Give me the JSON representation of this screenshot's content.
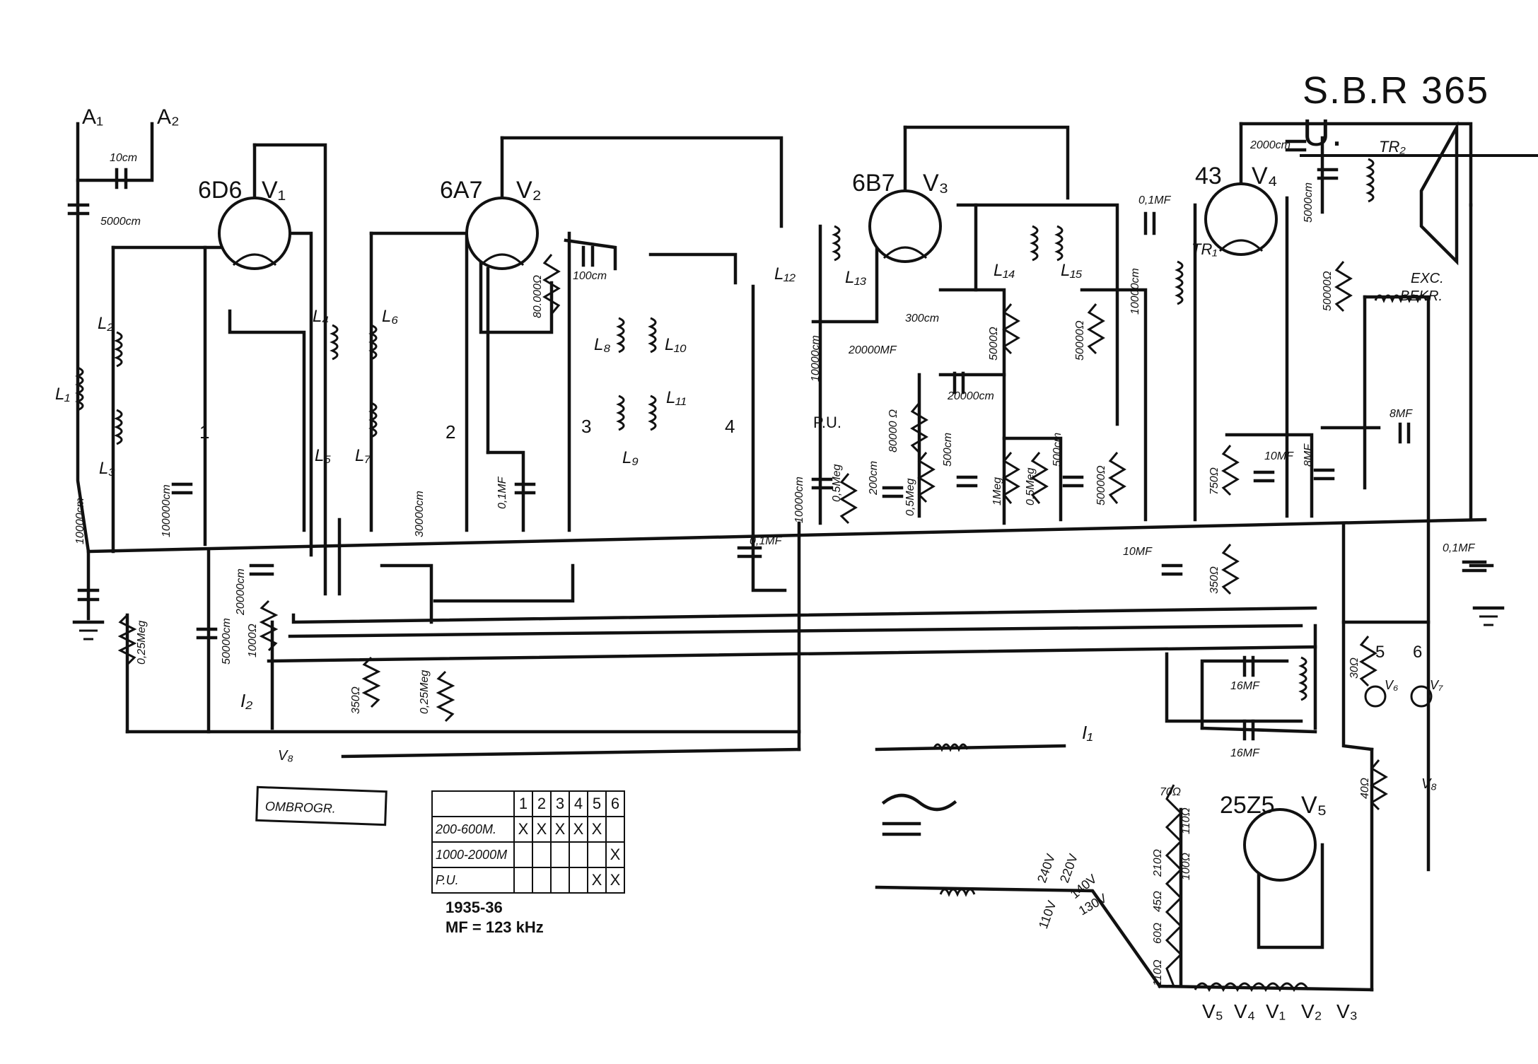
{
  "title": "S.B.R 365 U.",
  "antenna": {
    "a1": "A₁",
    "a2": "A₂"
  },
  "tubes": [
    {
      "type": "6D6",
      "name": "V₁"
    },
    {
      "type": "6A7",
      "name": "V₂"
    },
    {
      "type": "6B7",
      "name": "V₃"
    },
    {
      "type": "43",
      "name": "V₄"
    },
    {
      "type": "25Z5",
      "name": "V₅"
    }
  ],
  "components": {
    "c_10cm": "10cm",
    "c_5000cm": "5000cm",
    "c_10000cm": "10000cm",
    "r_025meg_a": "0,25Meg",
    "c_50000cm": "50000cm",
    "c_100000cm": "100000cm",
    "c_20000cm": "20000cm",
    "r_1000": "1000Ω",
    "r_350": "350Ω",
    "r_025meg_b": "0,25Meg",
    "c_30000cm": "30000cm",
    "c_01mf_a": "0,1MF",
    "r_80000": "80.000Ω",
    "c_100cm": "100cm",
    "c_01mf_b": "0,1MF",
    "c_10000cm_b": "10000cm",
    "c_10000cm_c": "10000cm",
    "r_05meg_a": "0,5Meg",
    "c_20000mf": "20000MF",
    "c_200cm": "200cm",
    "r_80000b": "80000 Ω",
    "r_05meg_b": "0,5Meg",
    "c_300cm": "300cm",
    "r_5000": "5000Ω",
    "c_20000cm_b": "20000cm",
    "c_500cm": "500cm",
    "r_1meg": "1Meg",
    "r_05meg_c": "0,5Meg",
    "c_500cm_b": "500cm",
    "r_50000": "50000Ω",
    "r_50000b": "50000Ω",
    "c_10000cm_d": "10000cm",
    "c_01mf_c": "0,1MF",
    "c_2000cm": "2000cm",
    "c_5000cm_b": "5000cm",
    "r_50000c": "50000Ω",
    "r_750": "750Ω",
    "c_10mf": "10MF",
    "c_8mf": "8MF",
    "c_8mf_b": "8MF",
    "c_10mf_b": "10MF",
    "r_350b": "350Ω",
    "c_01mf_d": "0,1MF",
    "c_16mf_a": "16MF",
    "c_16mf_b": "16MF",
    "r_30": "30Ω",
    "r_40": "40Ω",
    "r_70": "70Ω",
    "r_110": "110Ω",
    "r_210": "210Ω",
    "r_100": "100Ω",
    "r_450": "45Ω",
    "r_60": "60Ω",
    "r_110b": "110Ω"
  },
  "coils": {
    "l1": "L₁",
    "l2": "L₂",
    "l3": "L₃",
    "l4": "L₄",
    "l5": "L₅",
    "l6": "L₆",
    "l7": "L₇",
    "l8": "L₈",
    "l9": "L₉",
    "l10": "L₁₀",
    "l11": "L₁₁",
    "l12": "L₁₂",
    "l13": "L₁₃",
    "l14": "L₁₄",
    "l15": "L₁₅",
    "tr1": "TR₁",
    "tr2": "TR₂",
    "exc": "EXC.",
    "bekr": "BEKR."
  },
  "switches": {
    "s1": "1",
    "s2": "2",
    "s3": "3",
    "s4": "4",
    "s5": "5",
    "s6": "6",
    "i1": "I₁",
    "i2": "I₂"
  },
  "misc": {
    "pu": "P.U.",
    "v6": "V₆",
    "v7": "V₇",
    "v8": "V₈",
    "v8b": "V₈",
    "ombrogr": "OMBROGR."
  },
  "voltages": [
    "240V",
    "220V",
    "140V",
    "130V",
    "110V"
  ],
  "heater_chain": [
    "V₅",
    "V₄",
    "V₁",
    "V₂",
    "V₃"
  ],
  "band_table": {
    "columns": [
      "1",
      "2",
      "3",
      "4",
      "5",
      "6"
    ],
    "rows": [
      {
        "label": "200-600M.",
        "marks": [
          "X",
          "X",
          "X",
          "X",
          "X",
          ""
        ]
      },
      {
        "label": "1000-2000M",
        "marks": [
          "",
          "",
          "",
          "",
          "",
          "X"
        ]
      },
      {
        "label": "P.U.",
        "marks": [
          "",
          "",
          "",
          "",
          "X",
          "X"
        ]
      }
    ]
  },
  "notes": {
    "year": "1935-36",
    "mf": "MF = 123 kHz"
  }
}
